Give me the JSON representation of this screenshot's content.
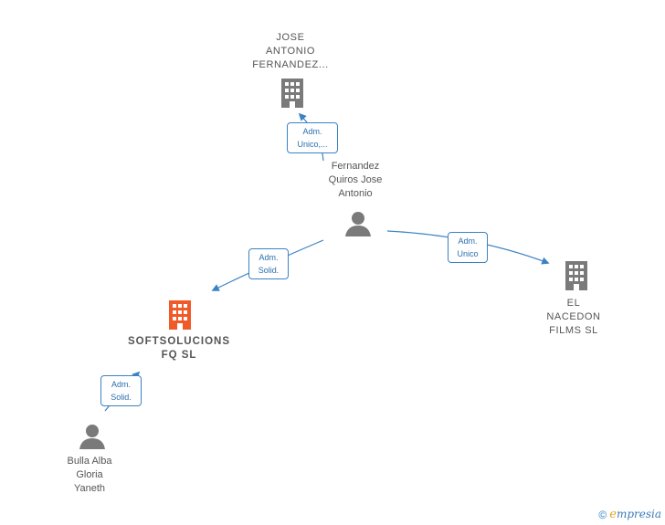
{
  "nodes": {
    "jose": {
      "label": "JOSE\nANTONIO\nFERNANDEZ..."
    },
    "fernandez": {
      "label": "Fernandez\nQuiros Jose\nAntonio"
    },
    "softsolucions": {
      "label": "SOFTSOLUCIONS\nFQ  SL"
    },
    "elnacedon": {
      "label": "EL\nNACEDON\nFILMS SL"
    },
    "bulla": {
      "label": "Bulla Alba\nGloria\nYaneth"
    }
  },
  "edges": {
    "to_jose": "Adm.\nUnico,...",
    "to_softsolucions": "Adm.\nSolid.",
    "to_elnacedon": "Adm.\nUnico",
    "bulla_to_softsolucions": "Adm.\nSolid."
  },
  "colors": {
    "company_grey": "#7a7a7a",
    "company_main": "#f05a28",
    "person": "#7a7a7a",
    "edge": "#3b82c4"
  },
  "footer": {
    "copyright_symbol": "©",
    "brand_e": "e",
    "brand_rest": "mpresia"
  }
}
